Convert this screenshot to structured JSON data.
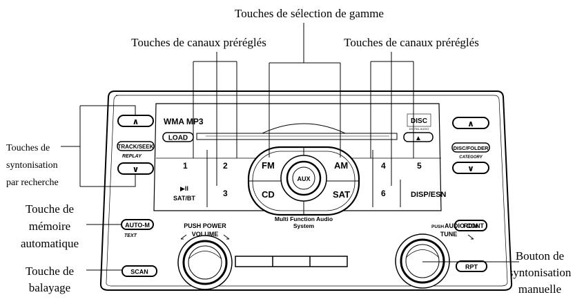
{
  "callouts": {
    "band_select": "Touches de sélection de gamme",
    "preset_left": "Touches de canaux préréglés",
    "preset_right": "Touches de canaux préréglés",
    "seek_1": "Touches de",
    "seek_2": "syntonisation",
    "seek_3": "par recherche",
    "automem_1": "Touche de",
    "automem_2": "mémoire",
    "automem_3": "automatique",
    "scan_1": "Touche de",
    "scan_2": "balayage",
    "tune_1": "Bouton de",
    "tune_2": "syntonisation",
    "tune_3": "manuelle"
  },
  "unit": {
    "format_label": "WMA MP3",
    "load": "LOAD",
    "eject_glyph": "▲",
    "disc_logo": "DISC",
    "disc_logo_sub": "DIGITAL AUDIO",
    "up_glyph": "∧",
    "down_glyph": "∨",
    "track_seek": "TRACK/SEEK",
    "replay": "REPLAY",
    "disc_folder": "DISC/FOLDER",
    "category": "CATEGORY",
    "auto_m": "AUTO-M",
    "text": "TEXT",
    "scan": "SCAN",
    "rdm": "RDM",
    "rpt": "RPT",
    "play_pause": "▶II",
    "sat_bt": "SAT/BT",
    "disp_esn": "DISP/ESN",
    "presets": [
      "1",
      "2",
      "3",
      "4",
      "5",
      "6"
    ],
    "bands": {
      "fm": "FM",
      "am": "AM",
      "cd": "CD",
      "sat": "SAT"
    },
    "aux": "AUX",
    "mfa_1": "Multi Function Audio",
    "mfa_2": "System",
    "push_power": "PUSH POWER",
    "volume": "VOLUME",
    "push": "PUSH",
    "audio_cont": "AUDIO CONT",
    "tune": "TUNE"
  }
}
